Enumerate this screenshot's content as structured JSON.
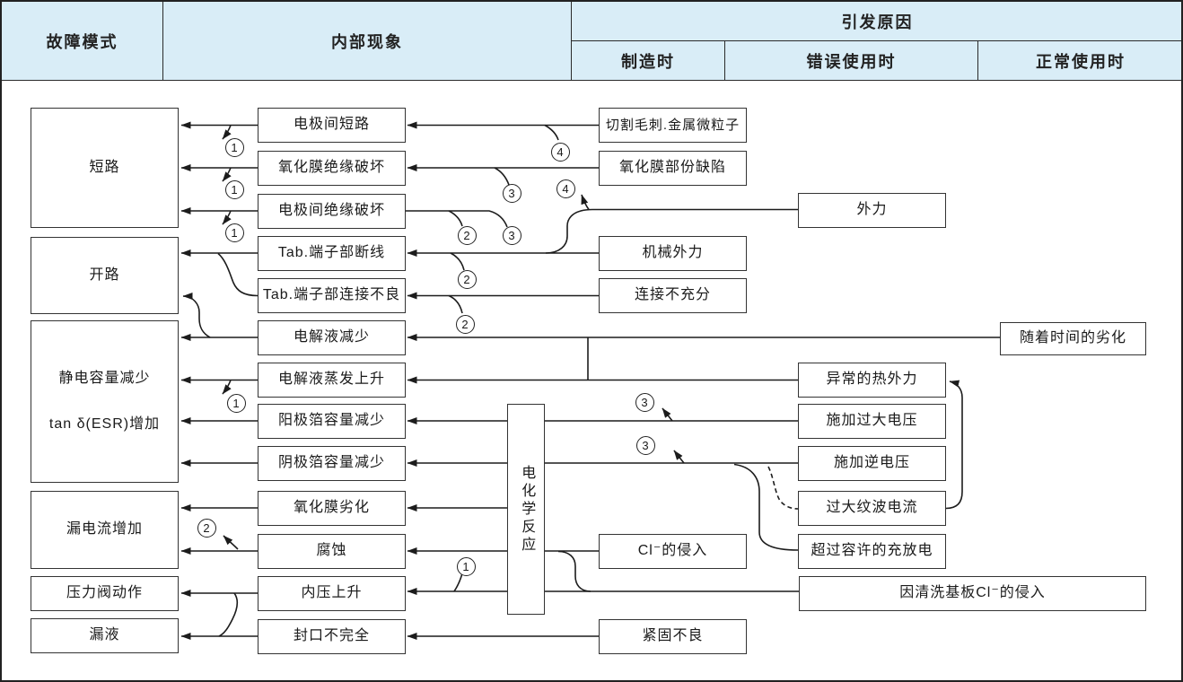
{
  "header": {
    "col_fault_mode": "故障模式",
    "col_internal": "内部现象",
    "col_cause": "引发原因",
    "sub_manufacturing": "制造时",
    "sub_misuse": "错误使用时",
    "sub_normal": "正常使用时"
  },
  "fault_modes": [
    {
      "label": "短路"
    },
    {
      "label": "开路"
    },
    {
      "label": "静电容量减少",
      "label2": "tan δ(ESR)增加"
    },
    {
      "label": "漏电流增加"
    },
    {
      "label": "压力阀动作"
    },
    {
      "label": "漏液"
    }
  ],
  "phenomena": [
    "电极间短路",
    "氧化膜绝缘破坏",
    "电极间绝缘破坏",
    "Tab.端子部断线",
    "Tab.端子部连接不良",
    "电解液减少",
    "电解液蒸发上升",
    "阳极箔容量减少",
    "阴极箔容量减少",
    "氧化膜劣化",
    "腐蚀",
    "内压上升",
    "封口不完全"
  ],
  "center_reaction_box": "电化学反应",
  "causes_manufacturing": [
    "切割毛刺.金属微粒子",
    "氧化膜部份缺陷",
    "机械外力",
    "连接不充分",
    "Cl⁻的侵入",
    "紧固不良"
  ],
  "causes_misuse": [
    "外力",
    "异常的热外力",
    "施加过大电压",
    "施加逆电压",
    "过大纹波电流",
    "超过容许的充放电"
  ],
  "causes_normal": [
    "随着时间的劣化",
    "因清洗基板Cl⁻的侵入"
  ],
  "connectors": {
    "c1": "1",
    "c2": "2",
    "c3": "3",
    "c4": "4"
  },
  "colors": {
    "header_bg": "#d9edf7",
    "box_border": "#333333",
    "line": "#1c1c1c",
    "background": "#ffffff"
  }
}
